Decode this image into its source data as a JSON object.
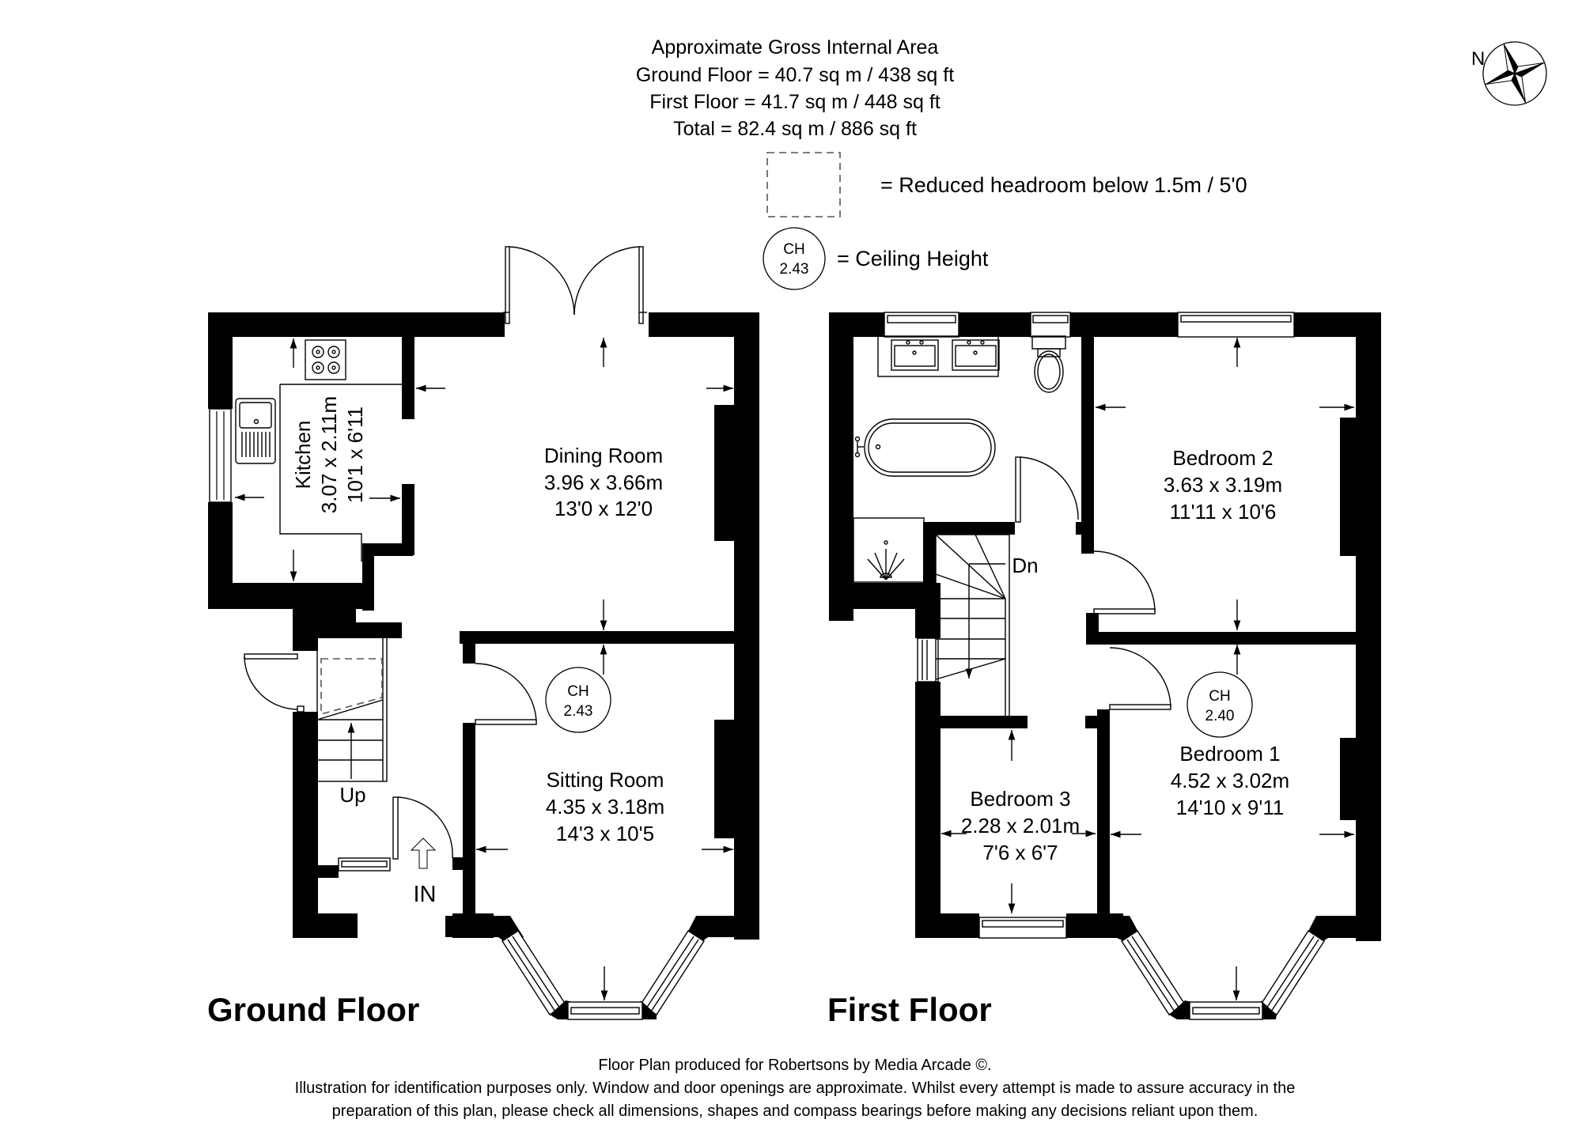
{
  "header": {
    "title": "Approximate Gross Internal Area",
    "ground_floor_area": "Ground Floor = 40.7 sq m / 438 sq ft",
    "first_floor_area": "First Floor = 41.7 sq m / 448 sq ft",
    "total_area": "Total = 82.4 sq m / 886 sq ft"
  },
  "compass": {
    "label": "N",
    "icon": "compass-rose-icon"
  },
  "legend": {
    "reduced_headroom": "= Reduced headroom below 1.5m / 5'0",
    "ceiling_height_label": "= Ceiling Height",
    "ch_symbol_top": "CH",
    "ch_symbol_value": "2.43"
  },
  "ground_floor": {
    "label": "Ground Floor",
    "rooms": {
      "kitchen": {
        "name": "Kitchen",
        "metric": "3.07 x 2.11m",
        "imperial": "10'1 x 6'11"
      },
      "dining": {
        "name": "Dining Room",
        "metric": "3.96 x 3.66m",
        "imperial": "13'0 x 12'0"
      },
      "sitting": {
        "name": "Sitting Room",
        "metric": "4.35 x 3.18m",
        "imperial": "14'3 x 10'5"
      }
    },
    "ceiling_height": {
      "top": "CH",
      "value": "2.43"
    },
    "stairs_label": "Up",
    "entrance_label": "IN"
  },
  "first_floor": {
    "label": "First Floor",
    "rooms": {
      "bedroom2": {
        "name": "Bedroom 2",
        "metric": "3.63 x 3.19m",
        "imperial": "11'11 x 10'6"
      },
      "bedroom1": {
        "name": "Bedroom 1",
        "metric": "4.52 x 3.02m",
        "imperial": "14'10 x 9'11"
      },
      "bedroom3": {
        "name": "Bedroom 3",
        "metric": "2.28 x 2.01m",
        "imperial": "7'6 x 6'7"
      }
    },
    "ceiling_height": {
      "top": "CH",
      "value": "2.40"
    },
    "stairs_label": "Dn"
  },
  "footer": {
    "credit": "Floor Plan produced for Robertsons by Media Arcade ©.",
    "disclaimer_line1": "Illustration for identification purposes only. Window and door openings are approximate. Whilst every attempt is made to assure accuracy in the",
    "disclaimer_line2": "preparation of this plan, please check all dimensions, shapes and compass bearings before making any decisions reliant upon them."
  },
  "colors": {
    "walls": "#000000",
    "background": "#ffffff",
    "dashed": "#555555"
  }
}
